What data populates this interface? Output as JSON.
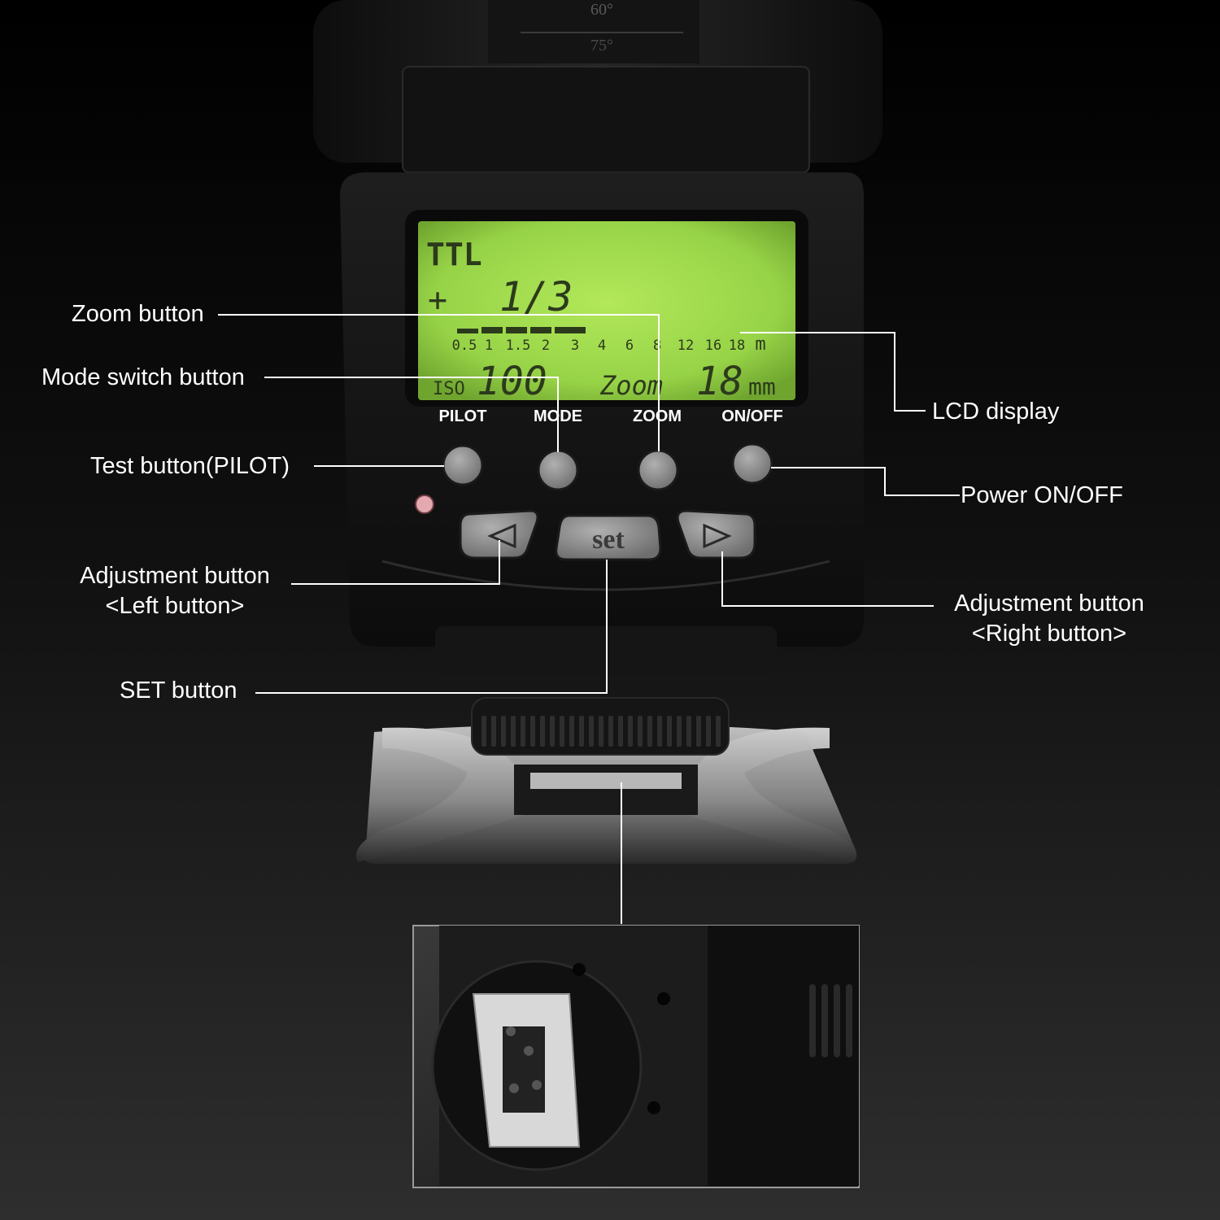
{
  "flash_head": {
    "angle_marks": [
      "60°",
      "75°"
    ]
  },
  "lcd": {
    "mode": "TTL",
    "exposure_sign": "+",
    "exposure_value": "1/3",
    "scale": [
      "0.5",
      "1",
      "1.5",
      "2",
      "3",
      "4",
      "6",
      "8",
      "12",
      "16",
      "18",
      "m"
    ],
    "iso_label": "ISO",
    "iso_value": "100",
    "zoom_label": "Zoom",
    "zoom_value": "18",
    "zoom_unit": "mm"
  },
  "button_labels": [
    "PILOT",
    "MODE",
    "ZOOM",
    "ON/OFF"
  ],
  "set_button": "set",
  "callouts": {
    "zoom": "Zoom button",
    "mode": "Mode switch button",
    "test": "Test button(PILOT)",
    "adj_left": [
      "Adjustment button",
      "<Left button>"
    ],
    "set": "SET button",
    "lcd": "LCD display",
    "power": "Power ON/OFF",
    "adj_right": [
      "Adjustment button",
      "<Right button>"
    ]
  },
  "colors": {
    "background": "#0a0a0a",
    "lcd_green": "#9ed64a",
    "button_gray": "#8a8a8a",
    "callout_text": "#ffffff"
  }
}
